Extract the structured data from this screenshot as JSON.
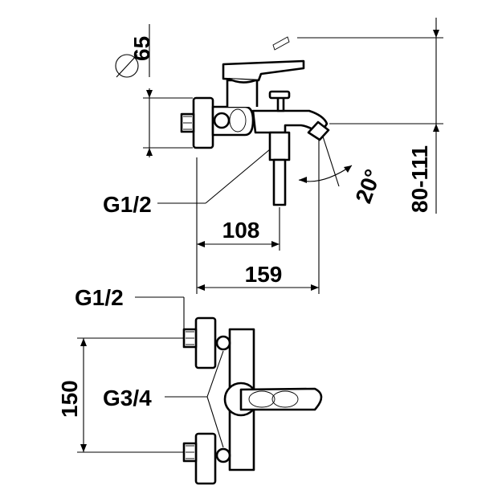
{
  "dimensions": {
    "diameter": "65",
    "height_range": "80-111",
    "angle": "20°",
    "length_short": "108",
    "length_long": "159",
    "spacing": "150"
  },
  "connections": {
    "inlet_top": "G1/2",
    "inlet_bottom": "G1/2",
    "outlet": "G3/4"
  },
  "symbols": {
    "diameter": "⌀"
  }
}
